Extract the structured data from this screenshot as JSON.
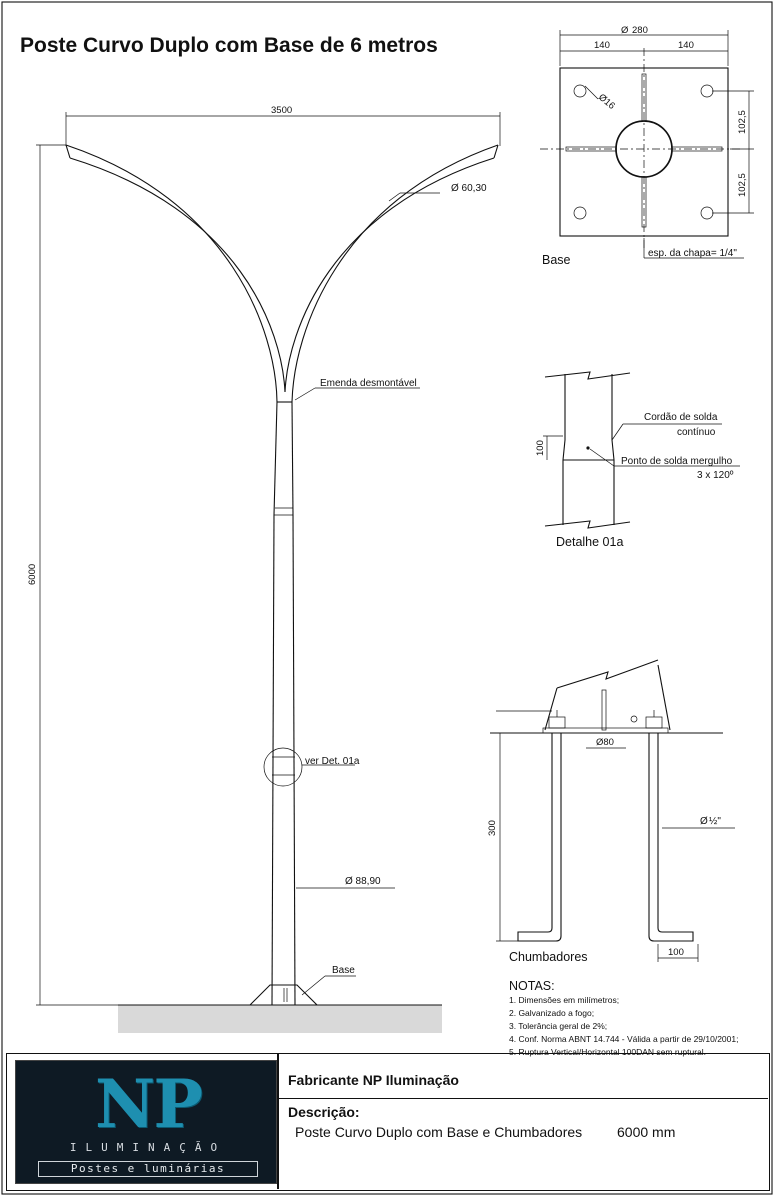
{
  "title": "Poste Curvo Duplo com Base de 6 metros",
  "main_drawing": {
    "width_dim": "3500",
    "height_dim": "6000",
    "arm_diameter": "Ø 60,30",
    "joint_label": "Emenda desmontável",
    "detail_ref": "ver Det. 01a",
    "pole_diameter": "Ø 88,90",
    "base_label": "Base"
  },
  "base_view": {
    "overall_dim": "280",
    "overall_symbol": "Ø",
    "half_dim_left": "140",
    "half_dim_right": "140",
    "hole_diameter": "Ø16",
    "upper_dim": "102,5",
    "lower_dim": "102,5",
    "plate_note": "esp. da chapa= 1/4\"",
    "caption": "Base"
  },
  "detail_01a": {
    "height_dim": "100",
    "weld_label_1": "Cordão de solda",
    "weld_label_2": "contínuo",
    "spot_label_1": "Ponto de solda mergulho",
    "spot_label_2": "3 x 120º",
    "caption": "Detalhe 01a"
  },
  "anchors": {
    "spacing_dim": "Ø80",
    "depth_dim": "300",
    "rod_diameter_prefix": "Ø",
    "rod_diameter_frac": "½\"",
    "hook_dim": "100",
    "caption": "Chumbadores"
  },
  "notes": {
    "heading": "NOTAS:",
    "items": [
      "1. Dimensões em milímetros;",
      "2. Galvanizado a fogo;",
      "3. Tolerância geral de 2%;",
      "4. Conf. Norma ABNT 14.744 - Válida a partir de 29/10/2001;",
      "5. Ruptura Vertical/Horizontal 100DAN sem ruptural."
    ]
  },
  "title_block": {
    "logo_text": "NP",
    "logo_subtitle": "ILUMINAÇÃO",
    "logo_tagline": "Postes e luminárias",
    "maker": "Fabricante NP Iluminação",
    "description_heading": "Descrição:",
    "description": "Poste Curvo Duplo com Base e Chumbadores",
    "length": "6000 mm"
  },
  "colors": {
    "logo_background": "#0e1a24",
    "logo_accent": "#1e8fb0",
    "line": "#111111"
  }
}
